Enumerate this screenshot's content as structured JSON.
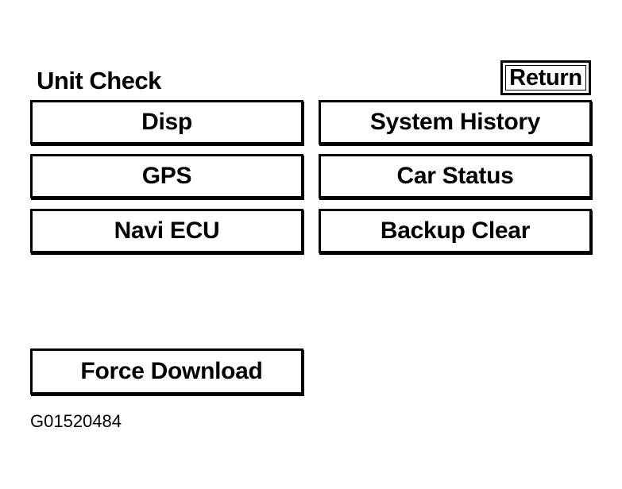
{
  "screen": {
    "title": "Unit Check",
    "return_label": "Return",
    "buttons": {
      "disp": "Disp",
      "gps": "GPS",
      "navi_ecu": "Navi ECU",
      "system_history": "System History",
      "car_status": "Car Status",
      "backup_clear": "Backup Clear",
      "force_download": "Force Download"
    },
    "figure_code": "G01520484"
  },
  "colors": {
    "background": "#ffffff",
    "foreground": "#000000"
  }
}
